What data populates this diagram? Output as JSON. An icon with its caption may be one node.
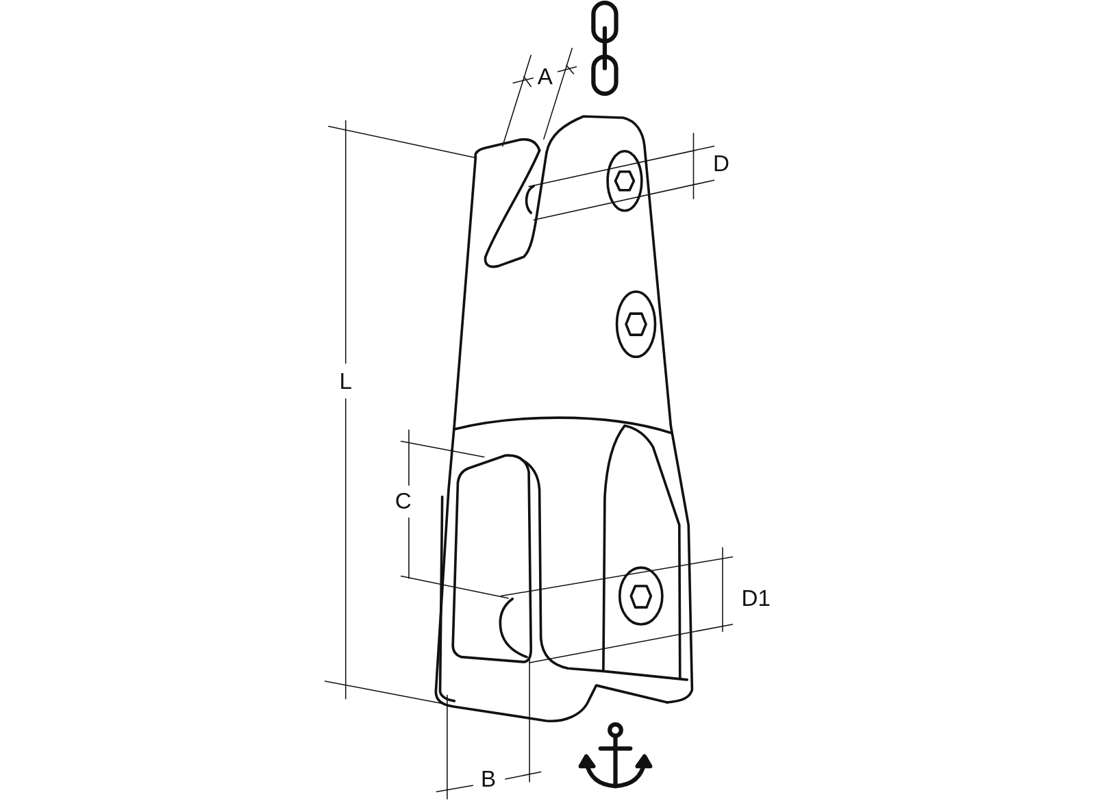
{
  "diagram": {
    "labels": [
      "A",
      "D",
      "L",
      "C",
      "D1",
      "B"
    ]
  }
}
